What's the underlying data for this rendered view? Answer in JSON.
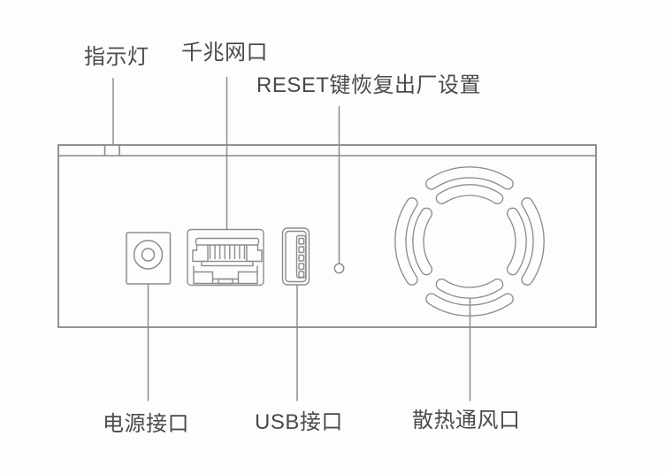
{
  "diagram": {
    "labels": {
      "indicator": "指示灯",
      "ethernet": "千兆网口",
      "reset": "RESET键恢复出厂设置",
      "power": "电源接口",
      "usb": "USB接口",
      "vent": "散热通风口"
    },
    "colors": {
      "line": "#8d8d8d",
      "text": "#4a4a4a",
      "background": "#fdfdfd"
    },
    "icons": [
      "indicator-led-icon",
      "ethernet-rj45-port-icon",
      "reset-pinhole-icon",
      "dc-power-jack-icon",
      "usb-a-port-icon",
      "fan-vent-icon"
    ]
  }
}
